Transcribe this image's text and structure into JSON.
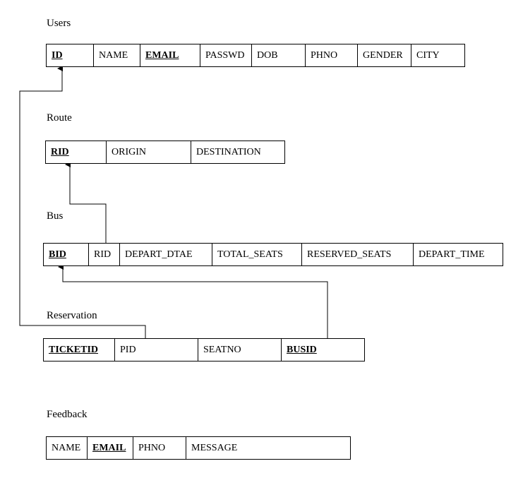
{
  "tables": {
    "users": {
      "label": "Users",
      "columns": [
        {
          "name": "ID",
          "key": true
        },
        {
          "name": "NAME",
          "key": false
        },
        {
          "name": "EMAIL",
          "key": true
        },
        {
          "name": "PASSWD",
          "key": false
        },
        {
          "name": "DOB",
          "key": false
        },
        {
          "name": "PHNO",
          "key": false
        },
        {
          "name": "GENDER",
          "key": false
        },
        {
          "name": "CITY",
          "key": false
        }
      ]
    },
    "route": {
      "label": "Route",
      "columns": [
        {
          "name": "RID",
          "key": true
        },
        {
          "name": "ORIGIN",
          "key": false
        },
        {
          "name": "DESTINATION",
          "key": false
        }
      ]
    },
    "bus": {
      "label": "Bus",
      "columns": [
        {
          "name": "BID",
          "key": true
        },
        {
          "name": "RID",
          "key": false
        },
        {
          "name": "DEPART_DTAE",
          "key": false
        },
        {
          "name": "TOTAL_SEATS",
          "key": false
        },
        {
          "name": "RESERVED_SEATS",
          "key": false
        },
        {
          "name": "DEPART_TIME",
          "key": false
        }
      ]
    },
    "reservation": {
      "label": "Reservation",
      "columns": [
        {
          "name": "TICKETID",
          "key": true
        },
        {
          "name": "PID",
          "key": false
        },
        {
          "name": "SEATNO",
          "key": false
        },
        {
          "name": "BUSID",
          "key": true
        }
      ]
    },
    "feedback": {
      "label": "Feedback",
      "columns": [
        {
          "name": "NAME",
          "key": false
        },
        {
          "name": "EMAIL",
          "key": true
        },
        {
          "name": "PHNO",
          "key": false
        },
        {
          "name": "MESSAGE",
          "key": false
        }
      ]
    }
  },
  "relationships": [
    {
      "from": "bus.RID",
      "to": "route.RID"
    },
    {
      "from": "reservation.PID",
      "to": "users.ID"
    },
    {
      "from": "reservation.BUSID",
      "to": "bus.BID"
    }
  ]
}
